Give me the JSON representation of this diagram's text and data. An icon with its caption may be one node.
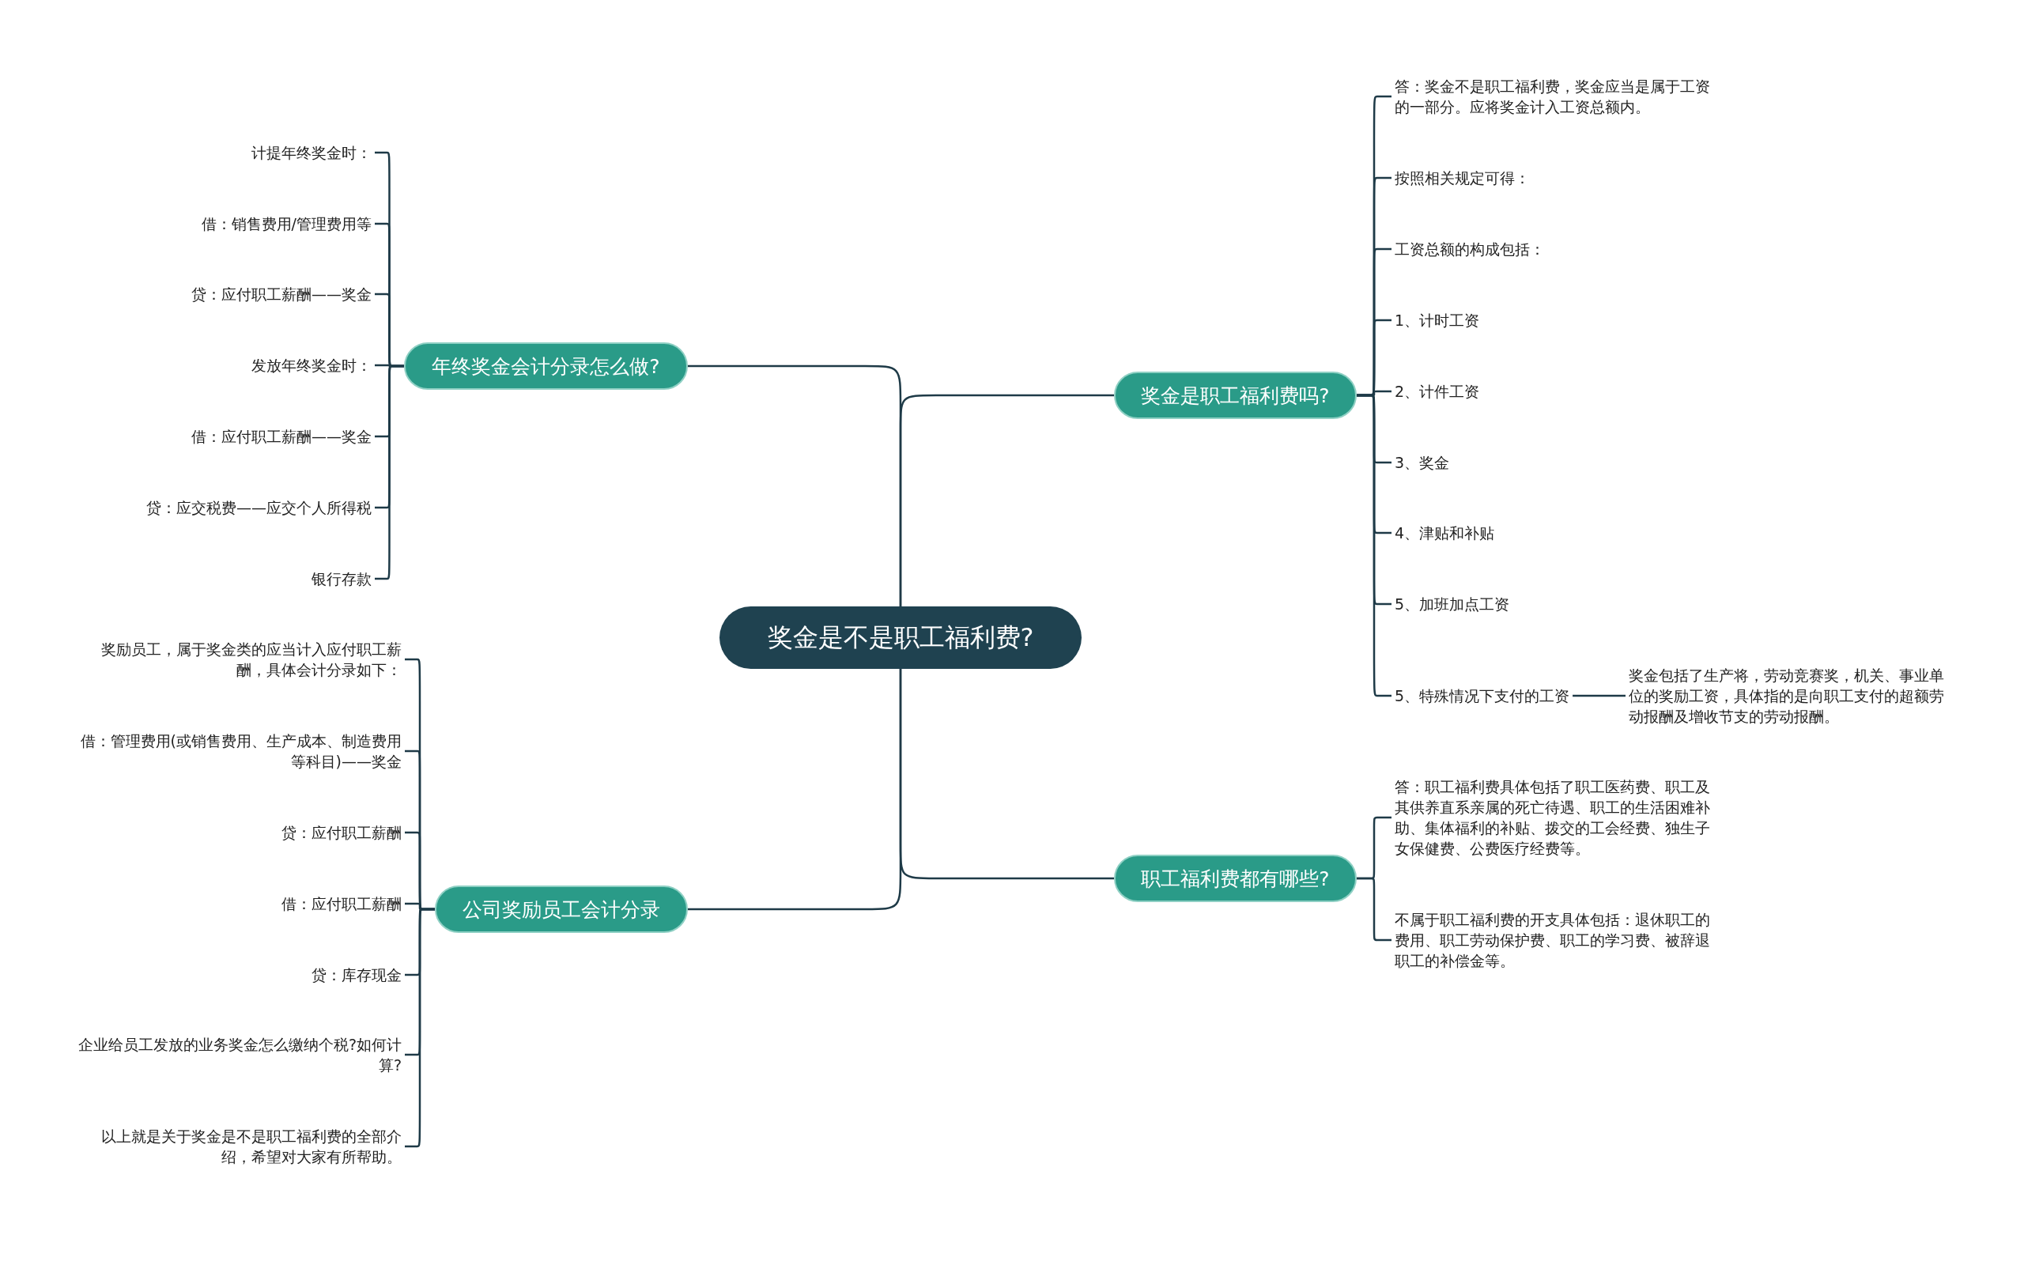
{
  "diagram": {
    "nodes": [
      {
        "text": [
          "奖金是不是职工福利费?"
        ]
      },
      {
        "text": [
          "年终奖金会计分录怎么做?"
        ]
      },
      {
        "text": [
          "计提年终奖金时："
        ]
      },
      {
        "text": [
          "借：销售费用/管理费用等"
        ]
      },
      {
        "text": [
          "贷：应付职工薪酬——奖金"
        ]
      },
      {
        "text": [
          "发放年终奖金时："
        ]
      },
      {
        "text": [
          "借：应付职工薪酬——奖金"
        ]
      },
      {
        "text": [
          "贷：应交税费——应交个人所得税"
        ]
      },
      {
        "text": [
          "银行存款"
        ]
      },
      {
        "text": [
          "奖金是职工福利费吗?"
        ]
      },
      {
        "text": [
          "答：奖金不是职工福利费，奖金应当是属于工资的一部分。应将奖金计入工资总额内。"
        ]
      },
      {
        "text": [
          "按照相关规定可得："
        ]
      },
      {
        "text": [
          "工资总额的构成包括："
        ]
      },
      {
        "text": [
          "1、计时工资"
        ]
      },
      {
        "text": [
          "2、计件工资"
        ]
      },
      {
        "text": [
          "3、奖金"
        ]
      },
      {
        "text": [
          "4、津贴和补贴"
        ]
      },
      {
        "text": [
          "5、加班加点工资"
        ]
      },
      {
        "text": [
          "5、特殊情况下支付的工资"
        ]
      },
      {
        "text": [
          "奖金包括了生产将，劳动竞赛奖，机关、事业单位的奖励工资，具体指的是向职工支付的超额劳动报酬及增收节支的劳动报酬。"
        ]
      },
      {
        "text": [
          "公司奖励员工会计分录"
        ]
      },
      {
        "text": [
          "奖励员工，属于奖金类的应当计入应付职工薪酬，具体会计分录如下："
        ]
      },
      {
        "text": [
          "借：管理费用(或销售费用、生产成本、制造费用等科目)——奖金"
        ]
      },
      {
        "text": [
          "贷：应付职工薪酬"
        ]
      },
      {
        "text": [
          "借：应付职工薪酬"
        ]
      },
      {
        "text": [
          "贷：库存现金"
        ]
      },
      {
        "text": [
          "企业给员工发放的业务奖金怎么缴纳个税?如何计算?"
        ]
      },
      {
        "text": [
          "以上就是关于奖金是不是职工福利费的全部介绍，希望对大家有所帮助。"
        ]
      },
      {
        "text": [
          "职工福利费都有哪些?"
        ]
      },
      {
        "text": [
          "答：职工福利费具体包括了职工医药费、职工及其供养直系亲属的死亡待遇、职工的生活困难补助、集体福利的补贴、拨交的工会经费、独生子女保健费、公费医疗经费等。"
        ]
      },
      {
        "text": [
          "不属于职工福利费的开支具体包括：退休职工的费用、职工劳动保护费、职工的学习费、被辞退职工的补偿金等。"
        ]
      }
    ],
    "edges": [
      {
        "from": 0,
        "to": 1,
        "arrow": "none"
      },
      {
        "from": 1,
        "to": 2,
        "arrow": "none"
      },
      {
        "from": 1,
        "to": 3,
        "arrow": "none"
      },
      {
        "from": 1,
        "to": 4,
        "arrow": "none"
      },
      {
        "from": 1,
        "to": 5,
        "arrow": "none"
      },
      {
        "from": 1,
        "to": 6,
        "arrow": "none"
      },
      {
        "from": 1,
        "to": 7,
        "arrow": "none"
      },
      {
        "from": 1,
        "to": 8,
        "arrow": "none"
      },
      {
        "from": 0,
        "to": 9,
        "arrow": "none"
      },
      {
        "from": 9,
        "to": 10,
        "arrow": "none"
      },
      {
        "from": 9,
        "to": 11,
        "arrow": "none"
      },
      {
        "from": 9,
        "to": 12,
        "arrow": "none"
      },
      {
        "from": 9,
        "to": 13,
        "arrow": "none"
      },
      {
        "from": 9,
        "to": 14,
        "arrow": "none"
      },
      {
        "from": 9,
        "to": 15,
        "arrow": "none"
      },
      {
        "from": 9,
        "to": 16,
        "arrow": "none"
      },
      {
        "from": 9,
        "to": 17,
        "arrow": "none"
      },
      {
        "from": 9,
        "to": 18,
        "arrow": "none"
      },
      {
        "from": 18,
        "to": 19,
        "arrow": "none"
      },
      {
        "from": 0,
        "to": 20,
        "arrow": "none"
      },
      {
        "from": 20,
        "to": 21,
        "arrow": "none"
      },
      {
        "from": 20,
        "to": 22,
        "arrow": "none"
      },
      {
        "from": 20,
        "to": 23,
        "arrow": "none"
      },
      {
        "from": 20,
        "to": 24,
        "arrow": "none"
      },
      {
        "from": 20,
        "to": 25,
        "arrow": "none"
      },
      {
        "from": 20,
        "to": 26,
        "arrow": "none"
      },
      {
        "from": 20,
        "to": 27,
        "arrow": "none"
      },
      {
        "from": 0,
        "to": 28,
        "arrow": "none"
      },
      {
        "from": 28,
        "to": 29,
        "arrow": "none"
      },
      {
        "from": 28,
        "to": 30,
        "arrow": "none"
      }
    ]
  }
}
